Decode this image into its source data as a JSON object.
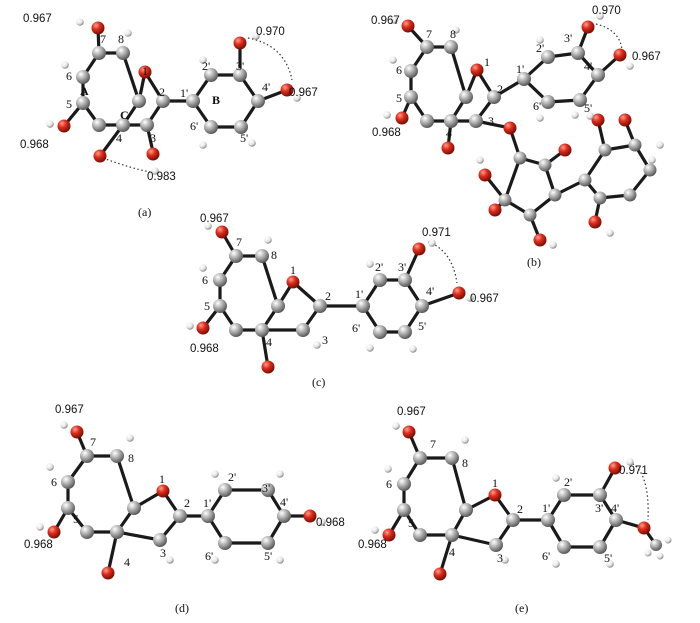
{
  "panels": [
    {
      "caption": "(a)",
      "ring_labels": {
        "A": "A",
        "B": "B",
        "C": "C"
      },
      "atom_labels": {
        "7": "7",
        "8": "8",
        "6": "6",
        "5": "5",
        "1": "1",
        "2": "2",
        "3": "3",
        "4": "4",
        "1p": "1'",
        "2p": "2'",
        "3p": "3'",
        "4p": "4'",
        "5p": "5'",
        "6p": "6'"
      },
      "values": {
        "o7": "0.967",
        "o5": "0.968",
        "o3": "0.983",
        "o3p": "0.970",
        "o4p": "0.967"
      }
    },
    {
      "caption": "(b)",
      "atom_labels": {
        "7": "7",
        "8": "8",
        "6": "6",
        "5": "5",
        "1": "1",
        "2": "2",
        "3": "3",
        "4": "4",
        "1p": "1'",
        "2p": "2'",
        "3p": "3'",
        "4p": "4'",
        "5p": "5'",
        "6p": "6'"
      },
      "values": {
        "o7": "0.967",
        "o5": "0.968",
        "o3p": "0.970",
        "o4p": "0.967"
      }
    },
    {
      "caption": "(c)",
      "atom_labels": {
        "7": "7",
        "8": "8",
        "6": "6",
        "5": "5",
        "1": "1",
        "2": "2",
        "3": "3",
        "4": "4",
        "1p": "1'",
        "2p": "2'",
        "3p": "3'",
        "4p": "4'",
        "5p": "5'",
        "6p": "6'"
      },
      "values": {
        "o7": "0.967",
        "o5": "0.968",
        "o3p": "0.971",
        "o4p": "0.967"
      }
    },
    {
      "caption": "(d)",
      "atom_labels": {
        "7": "7",
        "8": "8",
        "6": "6",
        "5": "5",
        "1": "1",
        "2": "2",
        "3": "3",
        "4": "4",
        "1p": "1'",
        "2p": "2'",
        "3p": "3'",
        "4p": "4'",
        "5p": "5'",
        "6p": "6'"
      },
      "values": {
        "o7": "0.967",
        "o5": "0.968",
        "o4p": "0.968"
      }
    },
    {
      "caption": "(e)",
      "atom_labels": {
        "7": "7",
        "8": "8",
        "6": "6",
        "5": "5",
        "1": "1",
        "2": "2",
        "3": "3",
        "4": "4",
        "1p": "1'",
        "2p": "2'",
        "3p": "3'",
        "4p": "4'",
        "5p": "5'",
        "6p": "6'"
      },
      "values": {
        "o7": "0.967",
        "o5": "0.968",
        "o3p": "0.971"
      }
    }
  ],
  "colors": {
    "carbon": "#9a9a9a",
    "oxygen": "#d0261a",
    "hydrogen": "#f2f2f2",
    "bond": "#1a1a1a"
  }
}
